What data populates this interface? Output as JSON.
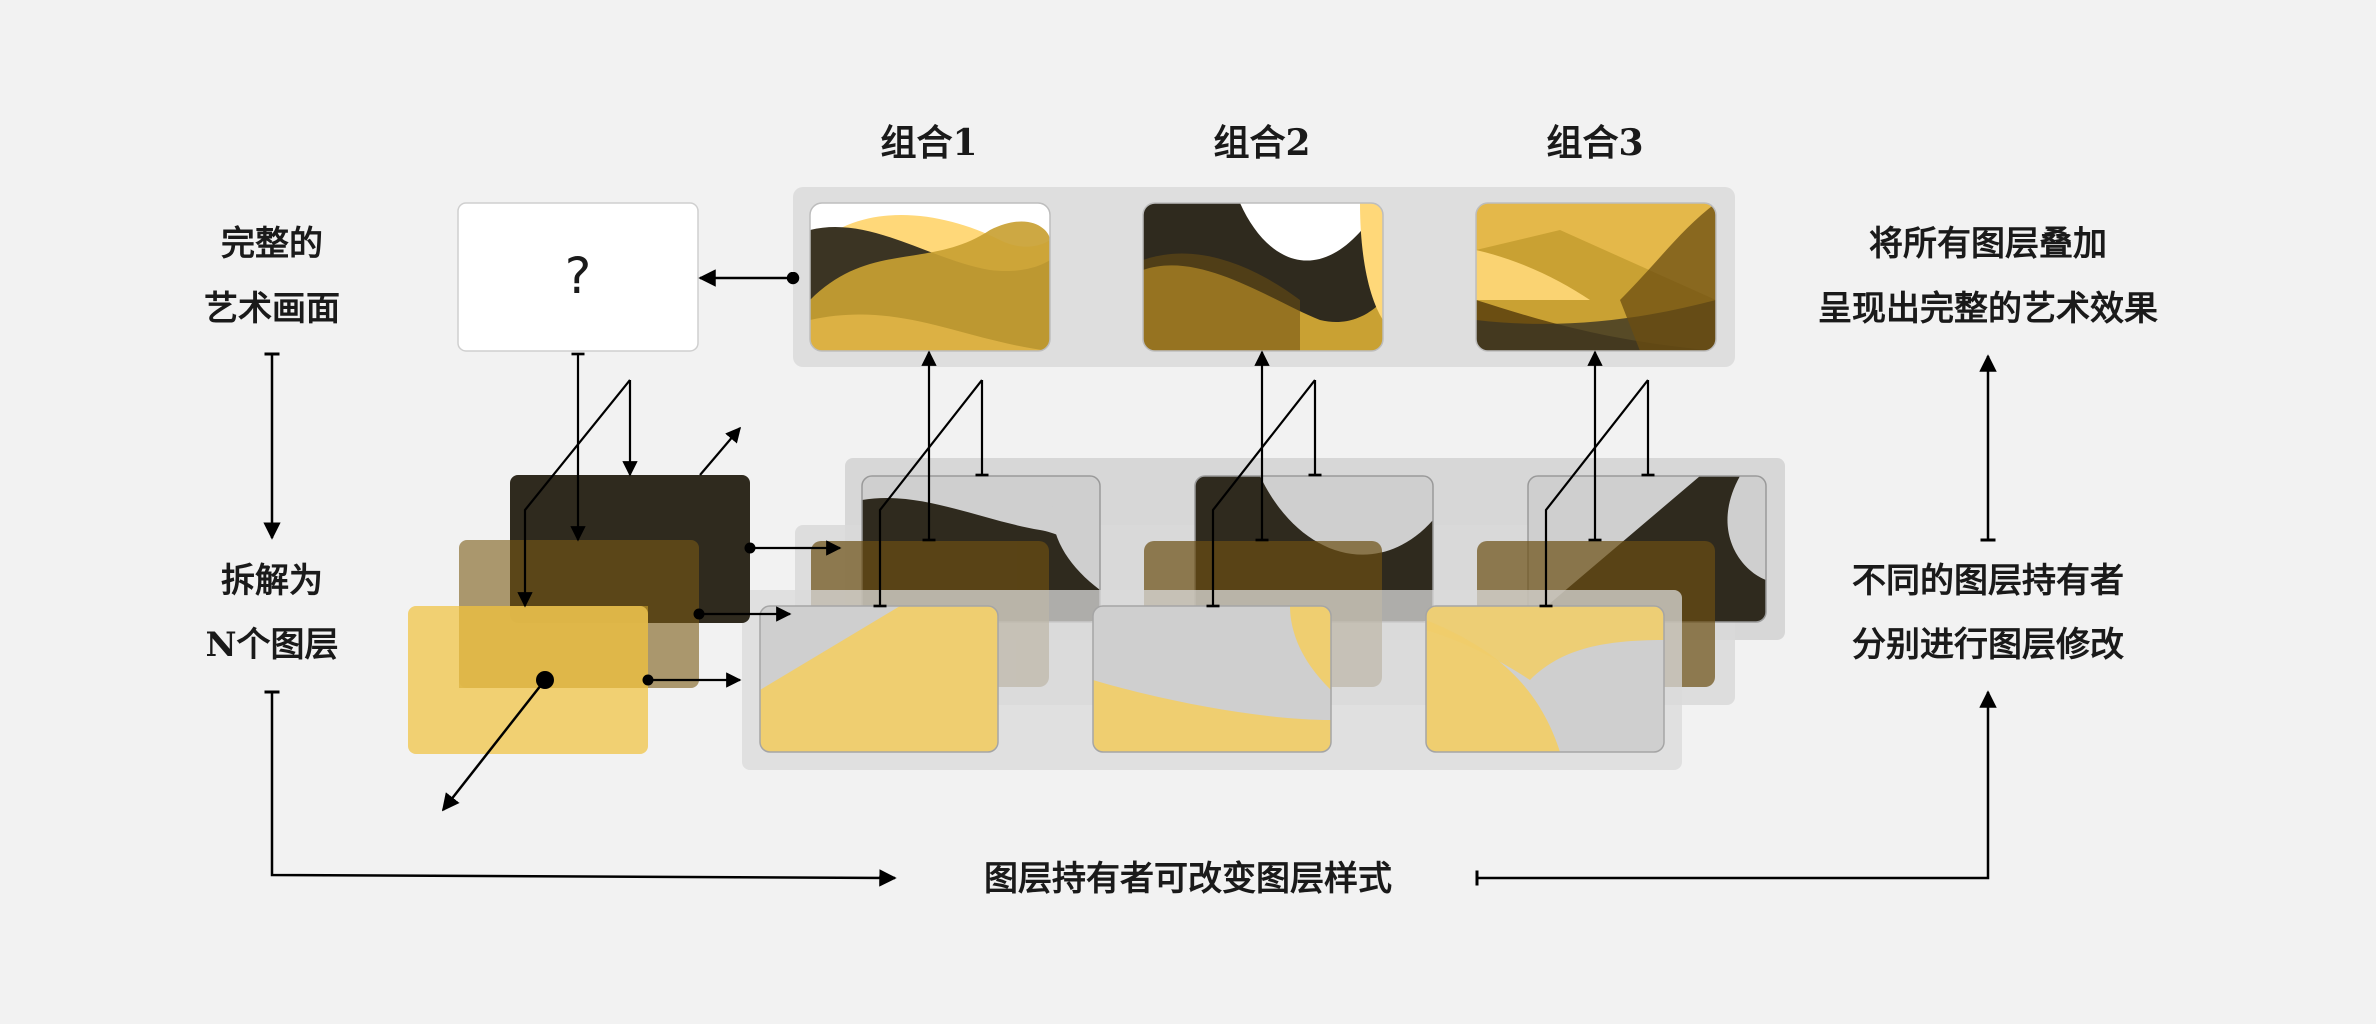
{
  "groups": [
    {
      "label": "组合1"
    },
    {
      "label": "组合2"
    },
    {
      "label": "组合3"
    }
  ],
  "left": {
    "top_line1": "完整的",
    "top_line2": "艺术画面",
    "mid_line1": "拆解为",
    "mid_line2": "N个图层"
  },
  "right": {
    "top_line1": "将所有图层叠加",
    "top_line2": "呈现出完整的艺术效果",
    "mid_line1": "不同的图层持有者",
    "mid_line2": "分别进行图层修改"
  },
  "bottom": {
    "caption": "图层持有者可改变图层样式"
  },
  "unknown_mark": "?",
  "colors": {
    "background": "#f2f2f2",
    "dark_layer": "#2f2a1e",
    "mid_layer": "#6b4e12",
    "light_layer": "#f0cd6a",
    "gold": "#c9a133",
    "panel": "#dedede"
  }
}
